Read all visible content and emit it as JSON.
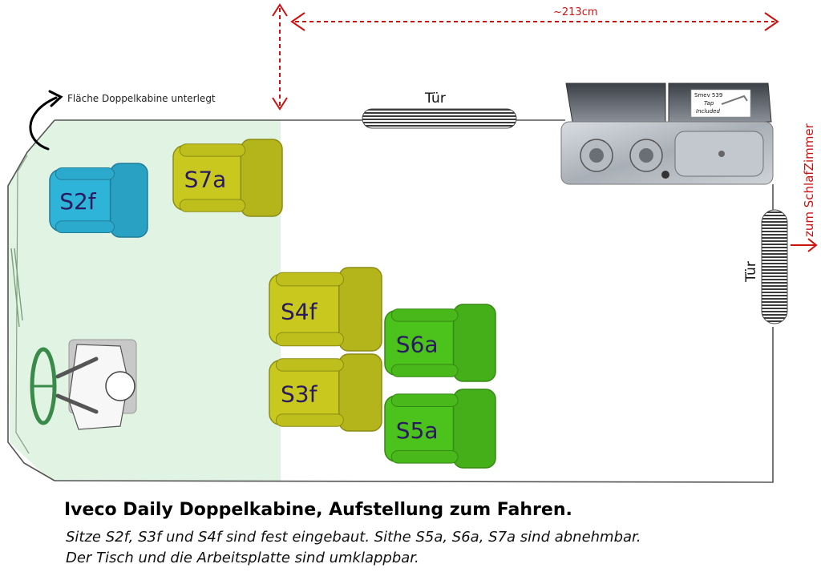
{
  "dimension_label": "~213cm",
  "cabin_note": "Fläche Doppelkabine unterlegt",
  "door_top_label": "Tür",
  "door_right_label": "Tür",
  "bedroom_label": "zum SchlafZimmer",
  "sink_sticker": {
    "line1": "Smev 539",
    "line2": "Tap",
    "line3": "Included"
  },
  "seats": [
    {
      "id": "S2f",
      "color": "#2eb3d9"
    },
    {
      "id": "S7a",
      "color": "#c8c81e"
    },
    {
      "id": "S4f",
      "color": "#c8c81e"
    },
    {
      "id": "S3f",
      "color": "#c8c81e"
    },
    {
      "id": "S6a",
      "color": "#4cc21c"
    },
    {
      "id": "S5a",
      "color": "#4cc21c"
    }
  ],
  "colors": {
    "cabin_area": "#e1f4e4",
    "arrows": "#cc1111",
    "seat_label": "#2a1a60",
    "steering_wheel": "#3a8a4a"
  },
  "caption": {
    "title": "Iveco Daily Doppelkabine, Aufstellung zum Fahren.",
    "line1": "Sitze S2f, S3f und S4f sind fest eingebaut.  Sithe S5a, S6a, S7a sind abnehmbar.",
    "line2": "Der Tisch und die Arbeitsplatte sind umklappbar."
  }
}
